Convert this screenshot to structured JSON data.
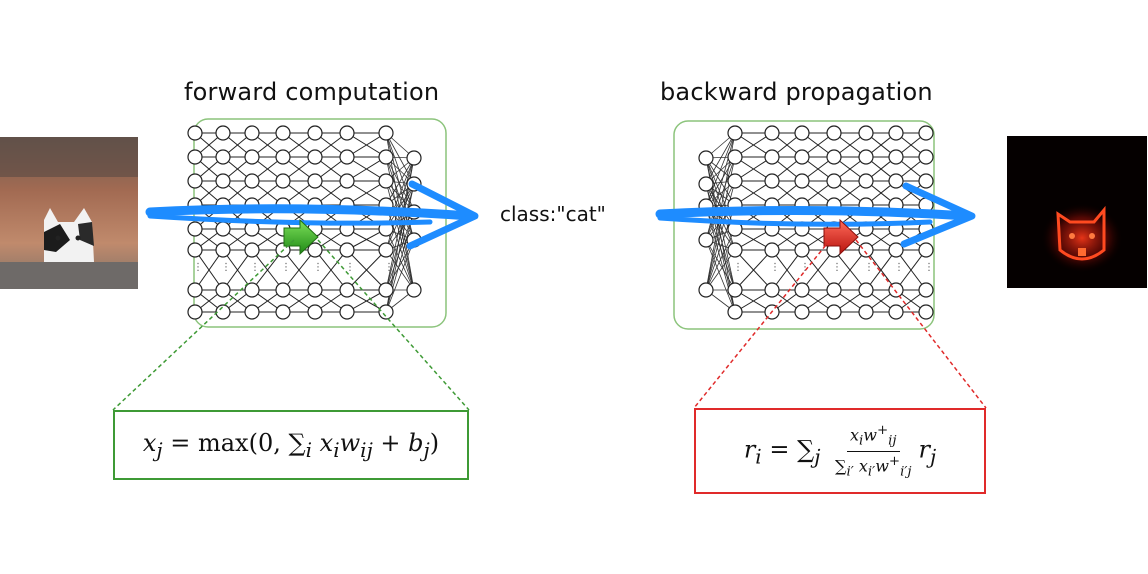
{
  "forward": {
    "title": "forward computation",
    "formula": "x_j = max(0, ∑_i x_i w_ij + b_j)"
  },
  "backward": {
    "title": "backward propagation",
    "formula": "r_i = ∑_j (x_i w⁺_ij / ∑_i′ x_i′ w⁺_i′j) r_j"
  },
  "output": {
    "class_text": "class:\"cat\""
  },
  "colors": {
    "forward_accent": "#3e9a35",
    "backward_accent": "#e02a2a",
    "flow_arrow": "#1e8cff",
    "network_box": "#8cc47c"
  }
}
